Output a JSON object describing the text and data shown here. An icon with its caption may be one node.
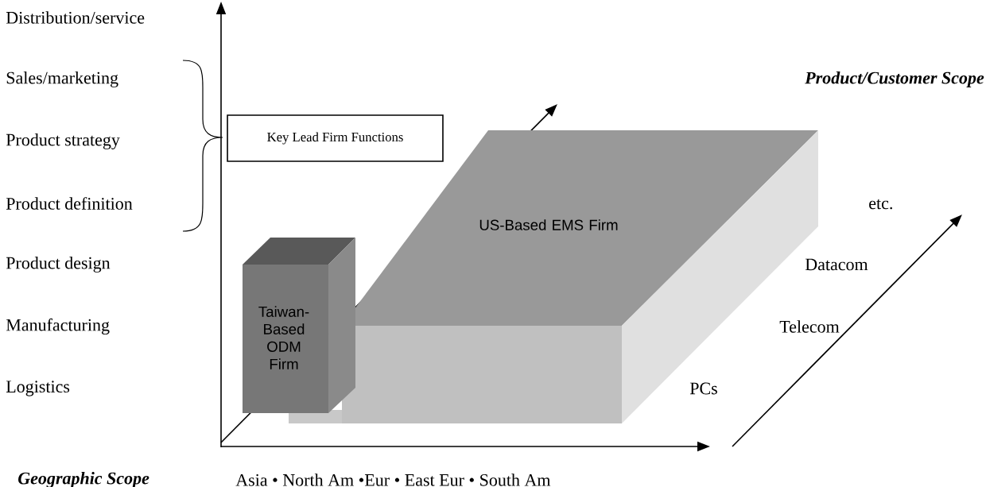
{
  "diagram": {
    "nodes": [
      {
        "text": [
          "Key Lead Firm Functions"
        ]
      },
      {
        "text": [
          "US-Based EMS Firm"
        ]
      },
      {
        "text": [
          "Taiwan-Based ODM Firm"
        ]
      }
    ],
    "labels": [
      "Distribution/service",
      "Sales/marketing",
      "Product strategy",
      "Product/Customer Scope",
      "Product definition",
      "etc.",
      "Product design",
      "Datacom",
      "Manufacturing",
      "Telecom",
      "Logistics",
      "PCs",
      "Geographic Scope",
      "Asia • North Am •Eur • East Eur • South Am"
    ]
  }
}
